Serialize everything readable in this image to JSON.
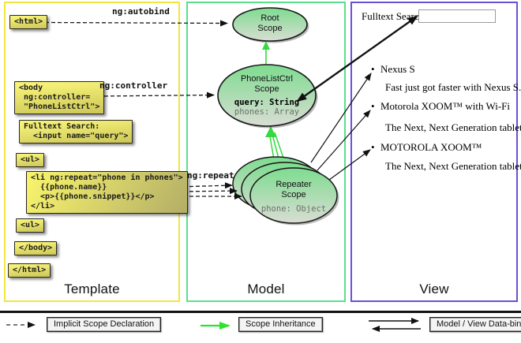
{
  "columns": {
    "template_label": "Template",
    "model_label": "Model",
    "view_label": "View"
  },
  "template": {
    "html_open": "<html>",
    "body_open": [
      "<body",
      " ng:controller=",
      " \"PhoneListCtrl\">"
    ],
    "fulltext": [
      "Fulltext Search:",
      "  <input name=\"query\">"
    ],
    "ul_open": "<ul>",
    "li_repeat": [
      "<li ng:repeat=\"phone in phones\">",
      "  {{phone.name}}",
      "  <p>{{phone.snippet}}</p>",
      "</li>"
    ],
    "ul_close": "<ul>",
    "body_close": "</body>",
    "html_close": "</html>"
  },
  "arrow_labels": {
    "autobind": "ng:autobind",
    "controller": "ng:controller",
    "repeat": "ng:repeat"
  },
  "model": {
    "root_scope": {
      "line1": "Root",
      "line2": "Scope"
    },
    "phonelist_scope": {
      "line1": "PhoneListCtrl",
      "line2": "Scope",
      "prop1": "query: String",
      "prop2": "phones: Array"
    },
    "repeater_scope": {
      "line1": "Repeater",
      "line2": "Scope",
      "prop1": "phone: Object"
    }
  },
  "view": {
    "search_label": "Fulltext Search:",
    "search_value": "",
    "items": [
      {
        "name": "Nexus S",
        "snippet": "Fast just got faster with Nexus S."
      },
      {
        "name": "Motorola XOOM™ with Wi-Fi",
        "snippet": "The Next, Next Generation tablet."
      },
      {
        "name": "MOTOROLA XOOM™",
        "snippet": "The Next, Next Generation tablet."
      }
    ],
    "bullet": "•"
  },
  "legend": {
    "implicit": "Implicit Scope Declaration",
    "inheritance": "Scope Inheritance",
    "databinding": "Model / View Data-binding"
  },
  "colors": {
    "template_border": "#f0e73e",
    "model_border": "#58e08e",
    "view_border": "#6a50d8",
    "scope_fill_top": "#7edc90",
    "scope_fill_bottom": "#d9ddd3",
    "inheritance_arrow": "#35d93f",
    "code_box_yellow": "#f6f26c"
  }
}
